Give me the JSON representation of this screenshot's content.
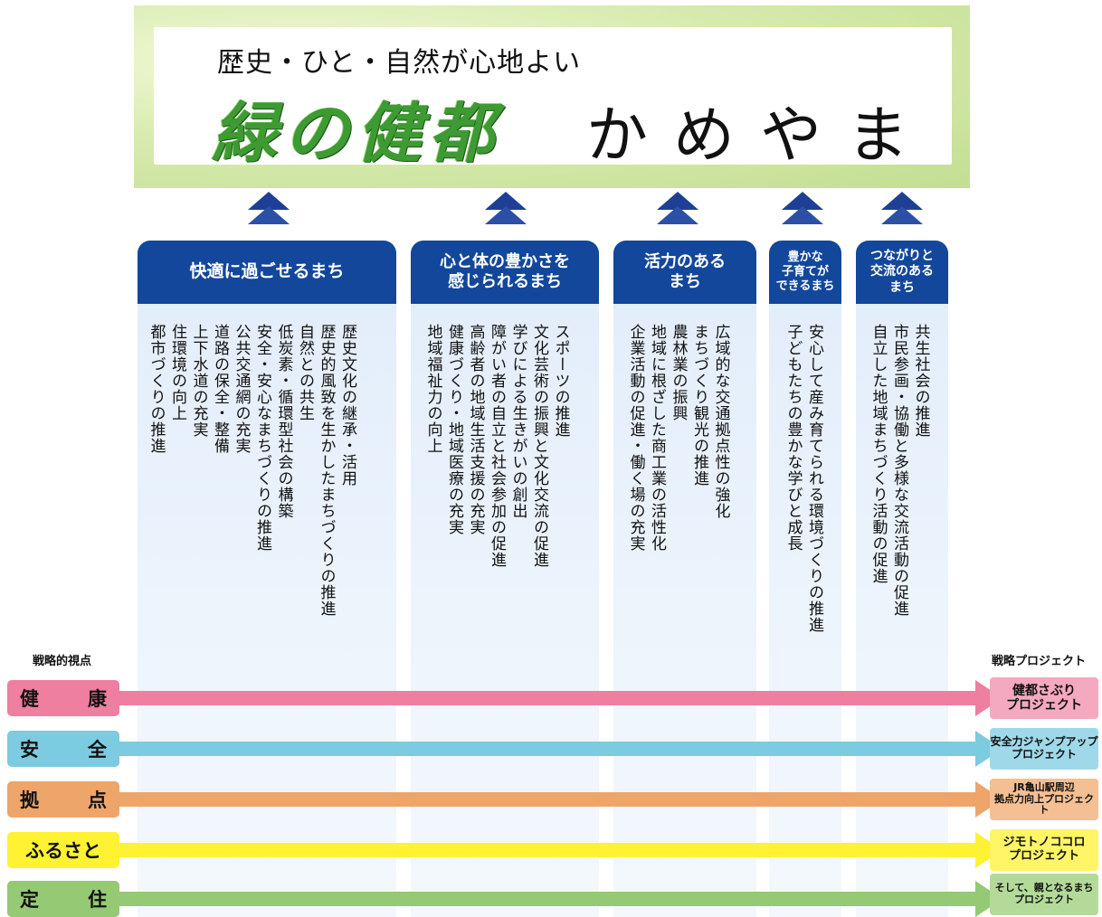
{
  "header": {
    "subtitle": "歴史・ひと・自然が心地よい",
    "title_kanji": "緑の健都",
    "title_kana": "かめやま"
  },
  "columns": [
    {
      "heading": "快適に過ごせるまち",
      "items": [
        "歴史文化の継承・活用",
        "歴史的風致を生かしたまちづくりの推進",
        "自然との共生",
        "低炭素・循環型社会の構築",
        "安全・安心なまちづくりの推進",
        "公共交通網の充実",
        "道路の保全・整備",
        "上下水道の充実",
        "住環境の向上",
        "都市づくりの推進"
      ]
    },
    {
      "heading": "心と体の豊かさを\n感じられるまち",
      "items": [
        "スポーツの推進",
        "文化芸術の振興と文化交流の促進",
        "学びによる生きがいの創出",
        "障がい者の自立と社会参加の促進",
        "高齢者の地域生活支援の充実",
        "健康づくり・地域医療の充実",
        "地域福祉力の向上"
      ]
    },
    {
      "heading": "活力のある\nまち",
      "items": [
        "広域的な交通拠点性の強化",
        "まちづくり観光の推進",
        "農林業の振興",
        "地域に根ざした商工業の活性化",
        "企業活動の促進・働く場の充実"
      ]
    },
    {
      "heading": "豊かな\n子育てが\nできるまち",
      "items": [
        "安心して産み育てられる環境づくりの推進",
        "子どもたちの豊かな学びと成長"
      ]
    },
    {
      "heading": "つながりと\n交流のある\nまち",
      "items": [
        "共生社会の推進",
        "市民参画・協働と多様な交流活動の促進",
        "自立した地域まちづくり活動の促進"
      ]
    }
  ],
  "left_caption": "戦略的視点",
  "right_caption": "戦略プロジェクト",
  "rows": [
    {
      "label_a": "健",
      "label_b": "康",
      "project": "健都さぶり\nプロジェクト",
      "label_color": "#ee7fa0",
      "arrow_color": "#ee7fa0",
      "box_color": "#f4a9c0"
    },
    {
      "label_a": "安",
      "label_b": "全",
      "project": "安全力ジャンプアップ\nプロジェクト",
      "label_color": "#7ccbe0",
      "arrow_color": "#7ccbe0",
      "box_color": "#9fd9e9"
    },
    {
      "label_a": "拠",
      "label_b": "点",
      "project": "JR亀山駅周辺\n拠点力向上プロジェクト",
      "label_color": "#eea56a",
      "arrow_color": "#eea56a",
      "box_color": "#f4bf92"
    },
    {
      "label_a": "ふるさと",
      "label_b": "",
      "project": "ジモトノココロ\nプロジェクト",
      "label_color": "#fff233",
      "arrow_color": "#fff233",
      "box_color": "#fff566"
    },
    {
      "label_a": "定",
      "label_b": "住",
      "project": "そして、親となるまち\nプロジェクト",
      "label_color": "#96c973",
      "arrow_color": "#96c973",
      "box_color": "#b4da99"
    }
  ]
}
